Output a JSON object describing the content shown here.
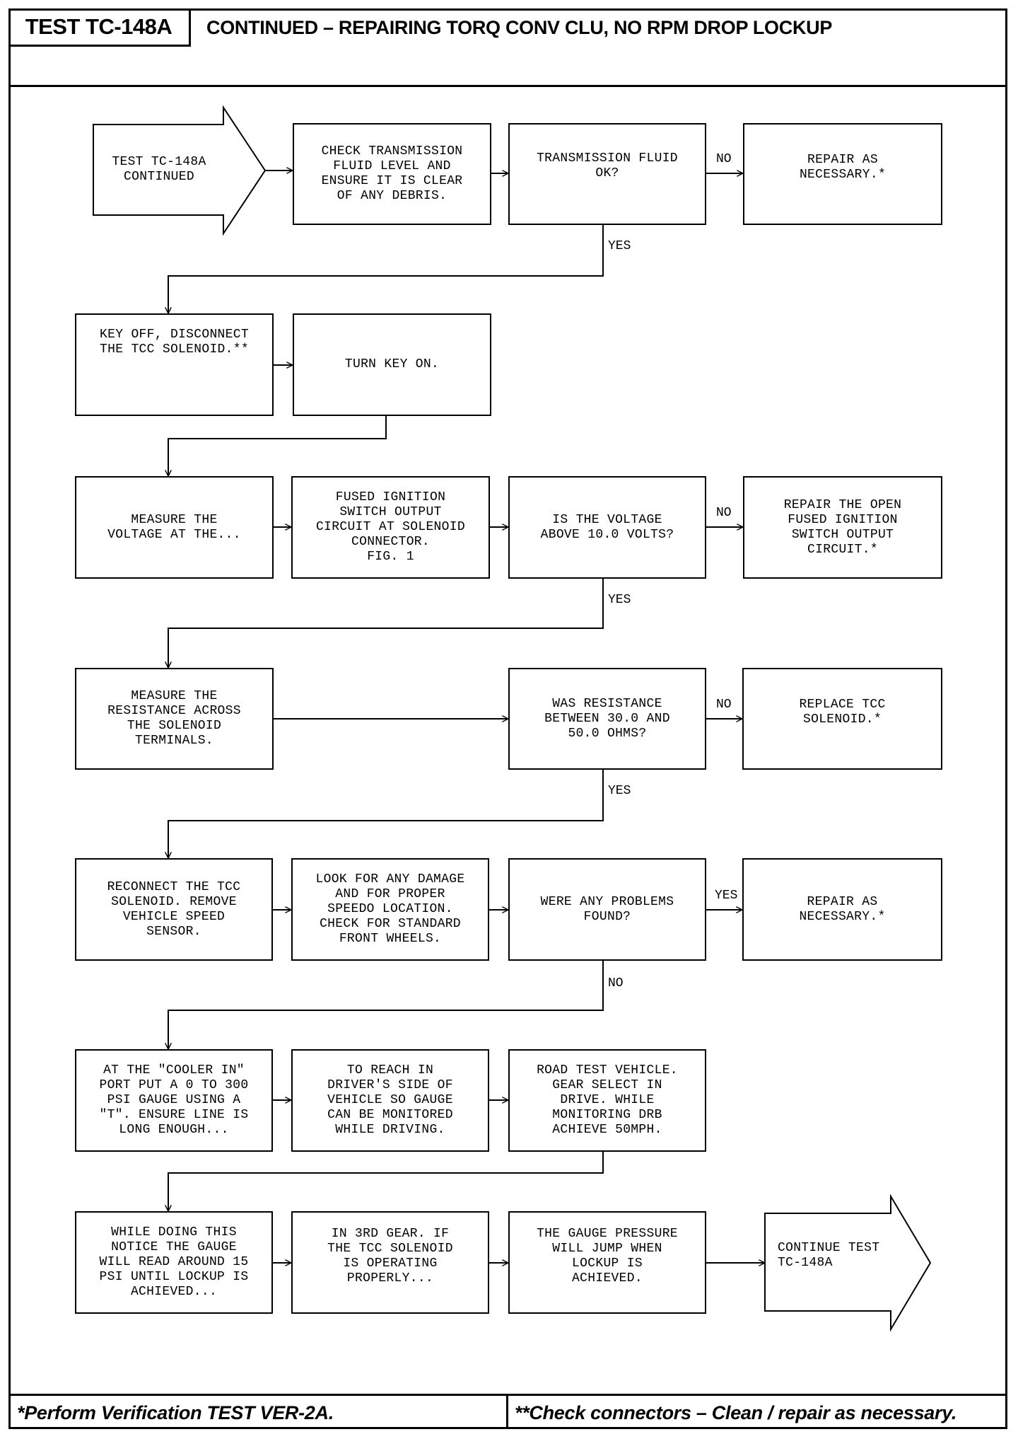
{
  "header": {
    "test_id": "TEST TC-148A",
    "title": "CONTINUED – REPAIRING TORQ CONV CLU, NO RPM DROP LOCKUP"
  },
  "steps": {
    "start": "TEST TC-148A\nCONTINUED",
    "check_fluid": "CHECK TRANSMISSION\nFLUID LEVEL AND\nENSURE IT IS CLEAR\nOF ANY DEBRIS.",
    "fluid_ok": "TRANSMISSION FLUID\nOK?",
    "repair_fluid": "REPAIR AS\nNECESSARY.*",
    "key_off": "KEY OFF, DISCONNECT\nTHE TCC SOLENOID.**",
    "key_on": "TURN KEY ON.",
    "measure_voltage": "MEASURE THE\nVOLTAGE AT THE...",
    "fused_circuit": "FUSED IGNITION\nSWITCH OUTPUT\nCIRCUIT AT SOLENOID\nCONNECTOR.\nFIG. 1",
    "voltage_q": "IS THE VOLTAGE\nABOVE 10.0 VOLTS?",
    "repair_open": "REPAIR THE OPEN\nFUSED IGNITION\nSWITCH OUTPUT\nCIRCUIT.*",
    "measure_resistance": "MEASURE THE\nRESISTANCE ACROSS\nTHE SOLENOID\nTERMINALS.",
    "resistance_q": "WAS RESISTANCE\nBETWEEN 30.0 AND\n50.0 OHMS?",
    "replace_tcc": "REPLACE TCC\nSOLENOID.*",
    "reconnect": "RECONNECT THE TCC\nSOLENOID. REMOVE\nVEHICLE SPEED\nSENSOR.",
    "look_damage": "LOOK FOR ANY DAMAGE\nAND FOR PROPER\nSPEEDO LOCATION.\nCHECK FOR STANDARD\nFRONT WHEELS.",
    "problems_q": "WERE ANY PROBLEMS\nFOUND?",
    "repair_problems": "REPAIR AS\nNECESSARY.*",
    "cooler_in": "AT THE \"COOLER IN\"\nPORT PUT A 0 TO 300\nPSI GAUGE USING A\n\"T\". ENSURE LINE IS\nLONG ENOUGH...",
    "to_reach": "TO REACH IN\nDRIVER'S SIDE OF\nVEHICLE SO GAUGE\nCAN BE MONITORED\nWHILE DRIVING.",
    "road_test": "ROAD TEST VEHICLE.\nGEAR SELECT IN\nDRIVE. WHILE\nMONITORING DRB\nACHIEVE 50MPH.",
    "while_doing": "WHILE DOING THIS\nNOTICE THE GAUGE\nWILL READ AROUND 15\nPSI UNTIL LOCKUP IS\nACHIEVED...",
    "third_gear": "IN 3RD GEAR. IF\nTHE TCC SOLENOID\nIS OPERATING\nPROPERLY...",
    "gauge_jump": "THE GAUGE PRESSURE\nWILL JUMP WHEN\nLOCKUP IS\nACHIEVED.",
    "continue": "CONTINUE TEST\nTC-148A"
  },
  "labels": {
    "fluid_no": "NO",
    "fluid_yes": "YES",
    "voltage_no": "NO",
    "voltage_yes": "YES",
    "resistance_no": "NO",
    "resistance_yes": "YES",
    "problems_yes": "YES",
    "problems_no": "NO"
  },
  "footer": {
    "left": "*Perform Verification TEST VER-2A.",
    "right": "**Check connectors – Clean / repair as necessary."
  }
}
